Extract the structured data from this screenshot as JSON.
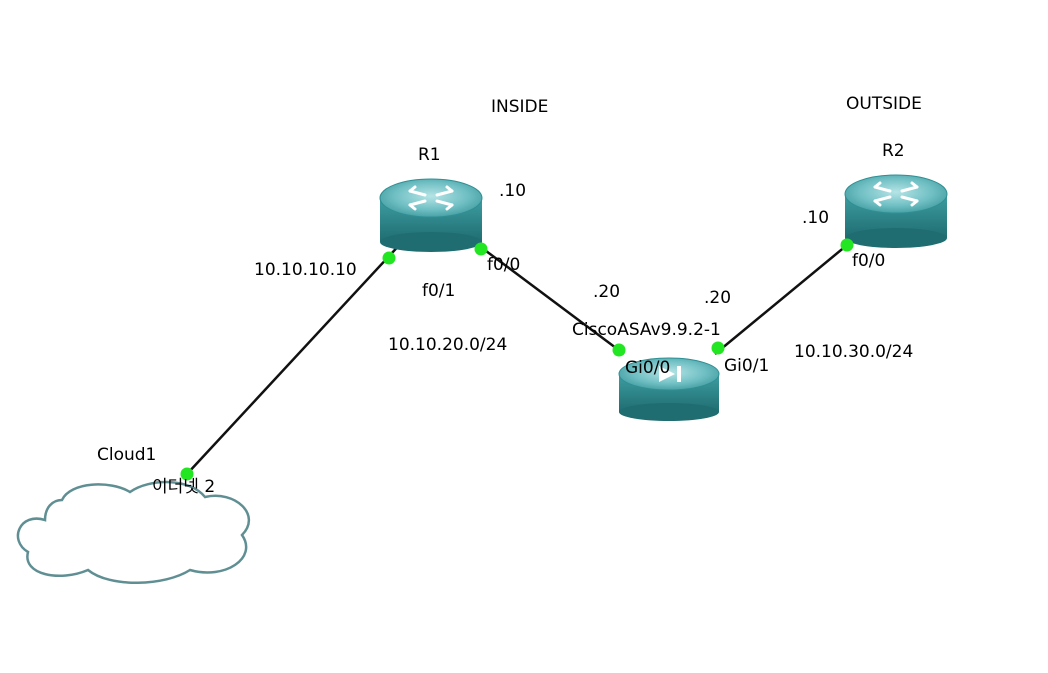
{
  "zones": {
    "inside": "INSIDE",
    "outside": "OUTSIDE"
  },
  "devices": {
    "r1": {
      "name": "R1",
      "type": "router-icon"
    },
    "r2": {
      "name": "R2",
      "type": "router-icon"
    },
    "asa": {
      "name": "CiscoASAv9.9.2-1",
      "type": "firewall-icon"
    },
    "cloud": {
      "name": "Cloud1",
      "type": "cloud-icon"
    }
  },
  "interfaces": {
    "r1_f0_1": "f0/1",
    "r1_f0_0": "f0/0",
    "asa_gi0_0": "Gi0/0",
    "asa_gi0_1": "Gi0/1",
    "r2_f0_0": "f0/0",
    "cloud_eth": "이더넷 2"
  },
  "addresses": {
    "r1_cloud_ip": "10.10.10.10",
    "r1_inside_host": ".10",
    "asa_inside_host": ".20",
    "asa_outside_host": ".20",
    "r2_outside_host": ".10"
  },
  "subnets": {
    "inside": "10.10.20.0/24",
    "outside": "10.10.30.0/24"
  },
  "colors": {
    "device_fill": "#2f8f93",
    "device_top": "#5fb7bb",
    "link": "#111111",
    "port": "#22e622",
    "cloud_stroke": "#5f8f93"
  }
}
